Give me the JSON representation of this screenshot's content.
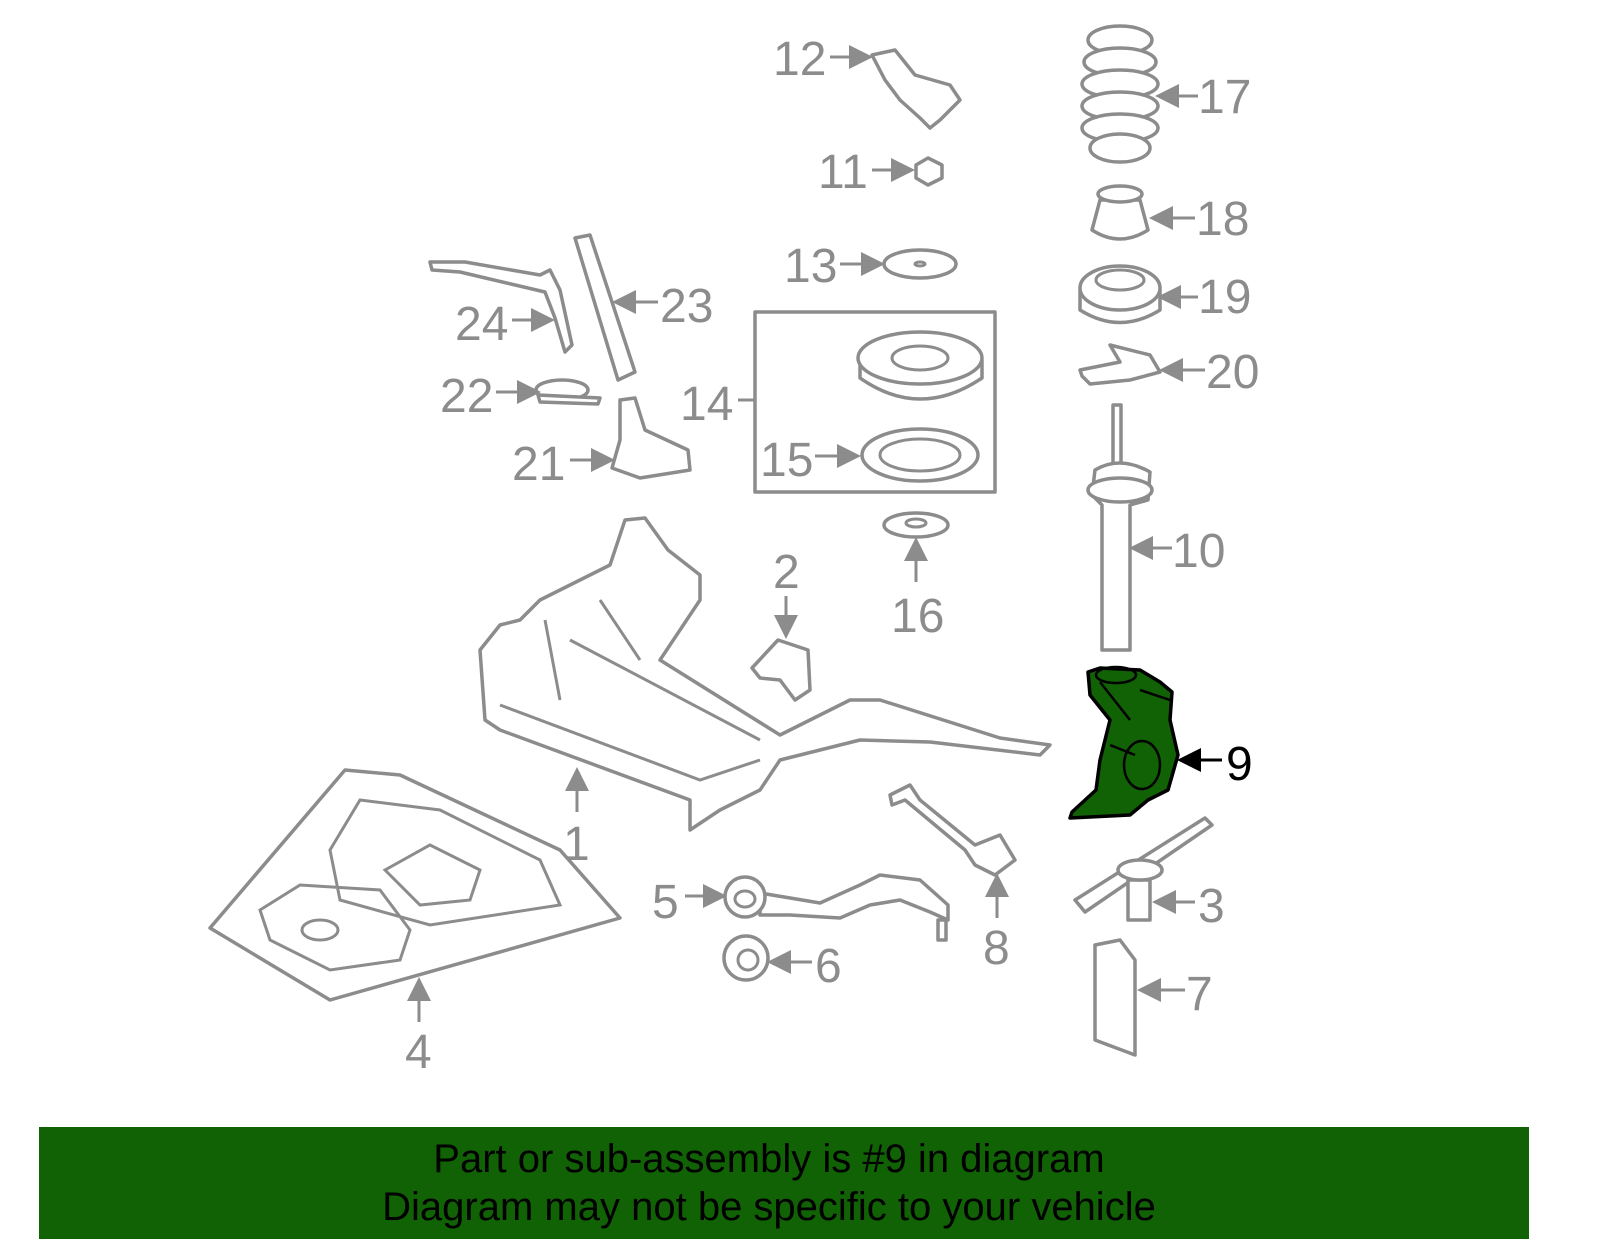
{
  "diagram": {
    "highlight_color": "#116105",
    "callouts": [
      "1",
      "2",
      "3",
      "4",
      "5",
      "6",
      "7",
      "8",
      "9",
      "10",
      "11",
      "12",
      "13",
      "14",
      "15",
      "16",
      "17",
      "18",
      "19",
      "20",
      "21",
      "22",
      "23",
      "24"
    ],
    "highlighted_callout": "9"
  },
  "banner": {
    "line1": "Part or sub-assembly is #9 in diagram",
    "line2": "Diagram may not be specific to your vehicle"
  }
}
